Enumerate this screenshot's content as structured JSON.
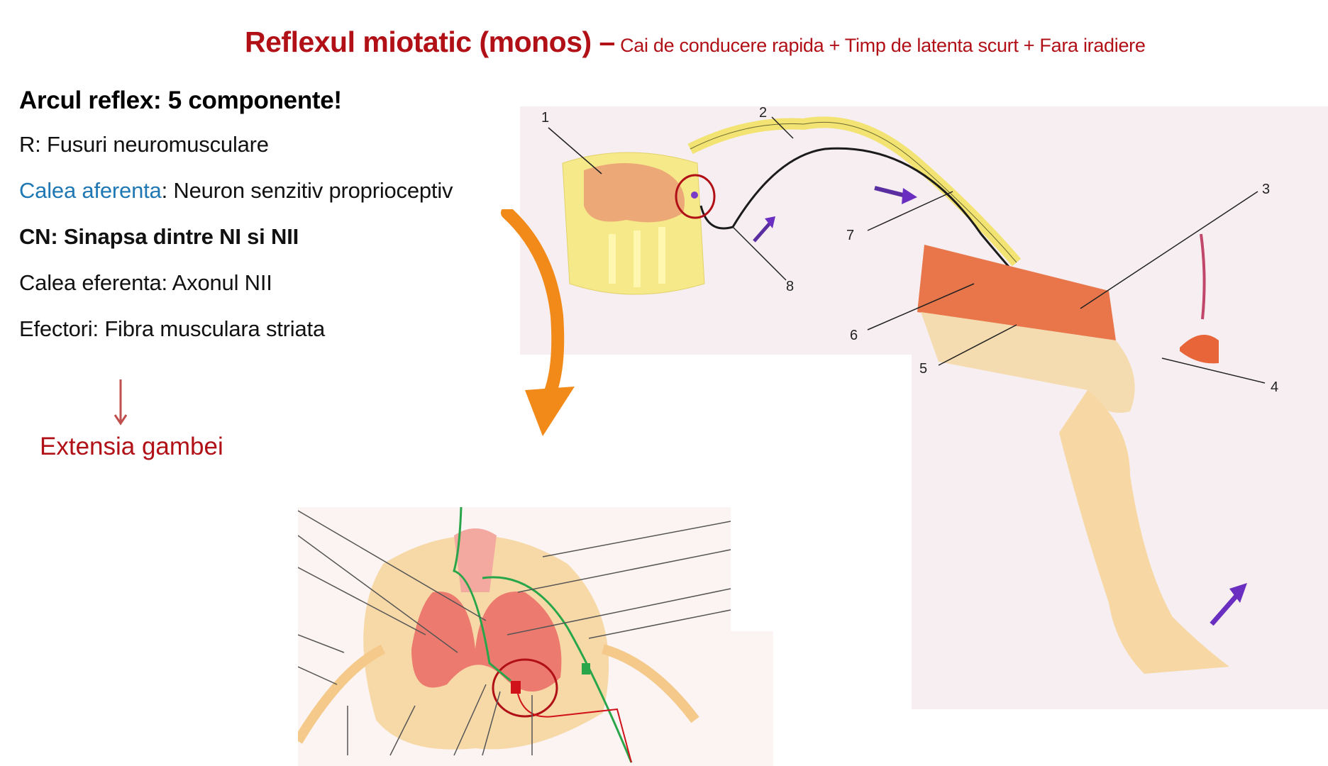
{
  "title": {
    "main": "Reflexul miotatic (monos) –",
    "sub": " Cai de conducere rapida + Timp de latenta scurt + Fara iradiere"
  },
  "left_panel": {
    "heading": "Arcul reflex: 5 componente!",
    "items": [
      {
        "prefix": "",
        "label": "R: Fusuri neuromusculare"
      },
      {
        "prefix": "Calea aferenta",
        "label": ": Neuron senzitiv proprioceptiv"
      },
      {
        "prefix": "",
        "label": "CN: Sinapsa dintre NI si NII"
      },
      {
        "prefix": "",
        "label": "Calea eferenta: Axonul NII"
      },
      {
        "prefix": "",
        "label": "Efectori: Fibra musculara striata"
      }
    ],
    "result_arrow": "arrow-down-icon",
    "result_label": "Extensia gambei"
  },
  "reflex_arc_diagram": {
    "labels": [
      "1",
      "2",
      "3",
      "4",
      "5",
      "6",
      "7",
      "8"
    ]
  },
  "colors": {
    "title_red": "#b01016",
    "link_blue": "#1f78b4",
    "arrow_orange": "#f28a1a",
    "nerve_yellow": "#f3e36a",
    "muscle_orange": "#e8764a",
    "gray_matter": "#ec7a6e",
    "afferent_green": "#2aa64a",
    "efferent_red": "#d0121a",
    "motion_purple": "#6a2fc0"
  }
}
